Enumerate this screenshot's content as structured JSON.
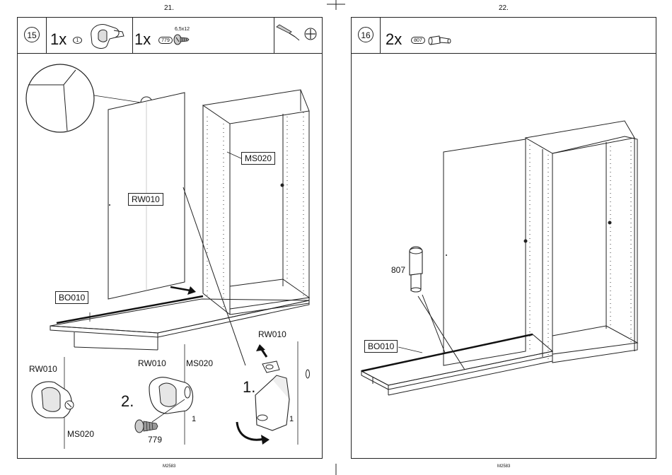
{
  "pages": [
    {
      "page_number": "21.",
      "step_number": "15",
      "parts": [
        {
          "qty": "1x",
          "part_id": "1",
          "icon": "hinge-cover-icon"
        },
        {
          "qty": "1x",
          "part_id": "779",
          "spec": "6,5x12",
          "icon": "screw-icon"
        }
      ],
      "tool_icons": [
        "screwdriver-icon",
        "phillips-head-icon"
      ],
      "labels": {
        "door": "RW010",
        "cabinet": "MS020",
        "base": "BO010",
        "detail_top_rw": "RW010",
        "detail_left_rw": "RW010",
        "detail_left_ms": "MS020",
        "detail_mid_rw": "RW010",
        "detail_mid_ms": "MS020",
        "detail_mid_part": "1",
        "detail_mid_screw": "779",
        "detail_right_part": "1",
        "substep_1": "1.",
        "substep_2": "2."
      },
      "footer": "M2583"
    },
    {
      "page_number": "22.",
      "step_number": "16",
      "parts": [
        {
          "qty": "2x",
          "part_id": "807",
          "icon": "dowel-icon"
        }
      ],
      "labels": {
        "part": "807",
        "base": "BO010"
      },
      "footer": "M2583"
    }
  ]
}
